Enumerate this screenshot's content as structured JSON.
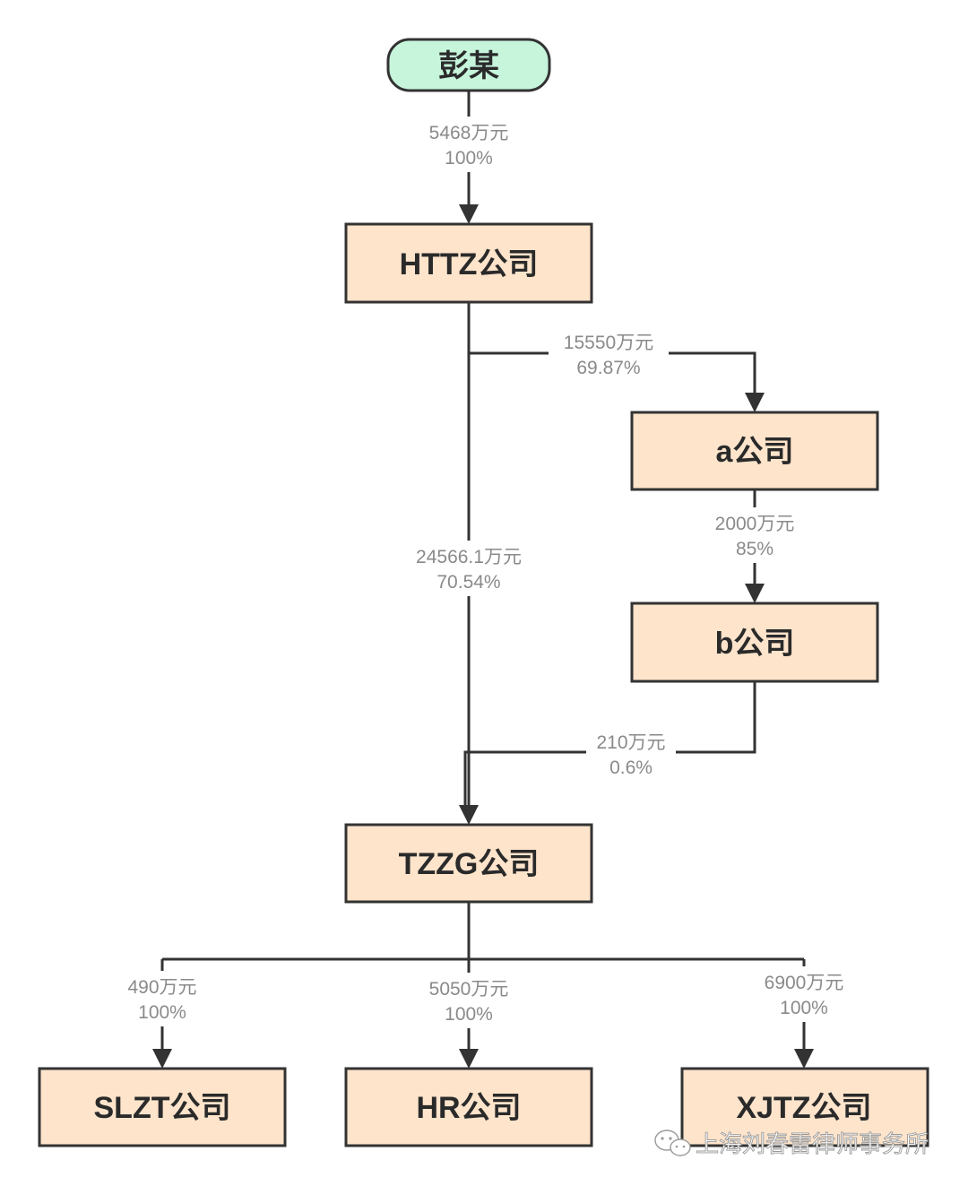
{
  "nodes": {
    "peng": "彭某",
    "httz": "HTTZ公司",
    "a": "a公司",
    "b": "b公司",
    "tzzg": "TZZG公司",
    "slzt": "SLZT公司",
    "hr": "HR公司",
    "xjtz": "XJTZ公司"
  },
  "edges": {
    "peng_httz": {
      "amount": "5468万元",
      "percent": "100%"
    },
    "httz_a": {
      "amount": "15550万元",
      "percent": "69.87%"
    },
    "httz_tzzg": {
      "amount": "24566.1万元",
      "percent": "70.54%"
    },
    "a_b": {
      "amount": "2000万元",
      "percent": "85%"
    },
    "b_tzzg": {
      "amount": "210万元",
      "percent": "0.6%"
    },
    "tzzg_slzt": {
      "amount": "490万元",
      "percent": "100%"
    },
    "tzzg_hr": {
      "amount": "5050万元",
      "percent": "100%"
    },
    "tzzg_xjtz": {
      "amount": "6900万元",
      "percent": "100%"
    }
  },
  "watermark": {
    "text": "上海刘春雷律师事务所",
    "icon": "wechat-icon"
  }
}
